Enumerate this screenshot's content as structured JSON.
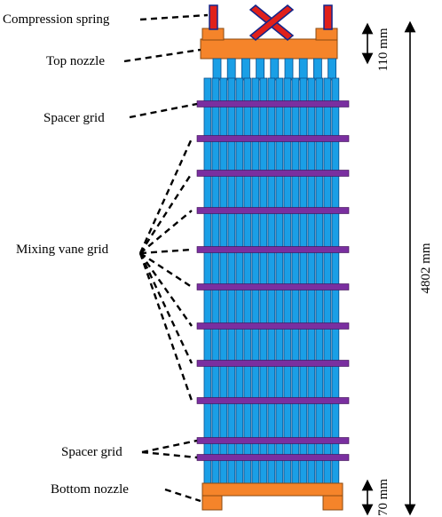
{
  "labels": {
    "compression_spring": "Compression spring",
    "top_nozzle": "Top nozzle",
    "spacer_grid_top": "Spacer grid",
    "mixing_vane_grid": "Mixing vane grid",
    "spacer_grid_bottom": "Spacer grid",
    "bottom_nozzle": "Bottom nozzle"
  },
  "dimensions": {
    "top_nozzle_height": "110 mm",
    "total_length": "4802 mm",
    "bottom_nozzle_height": "70 mm"
  },
  "colors": {
    "rod_fill": "#1a9fe6",
    "rod_stroke": "#0b4f8c",
    "grid_fill": "#7a2fa0",
    "nozzle_fill": "#f5842a",
    "spring_fill": "#e0201b",
    "spring_stroke": "#12258a",
    "cross_fill": "#e0201b"
  }
}
